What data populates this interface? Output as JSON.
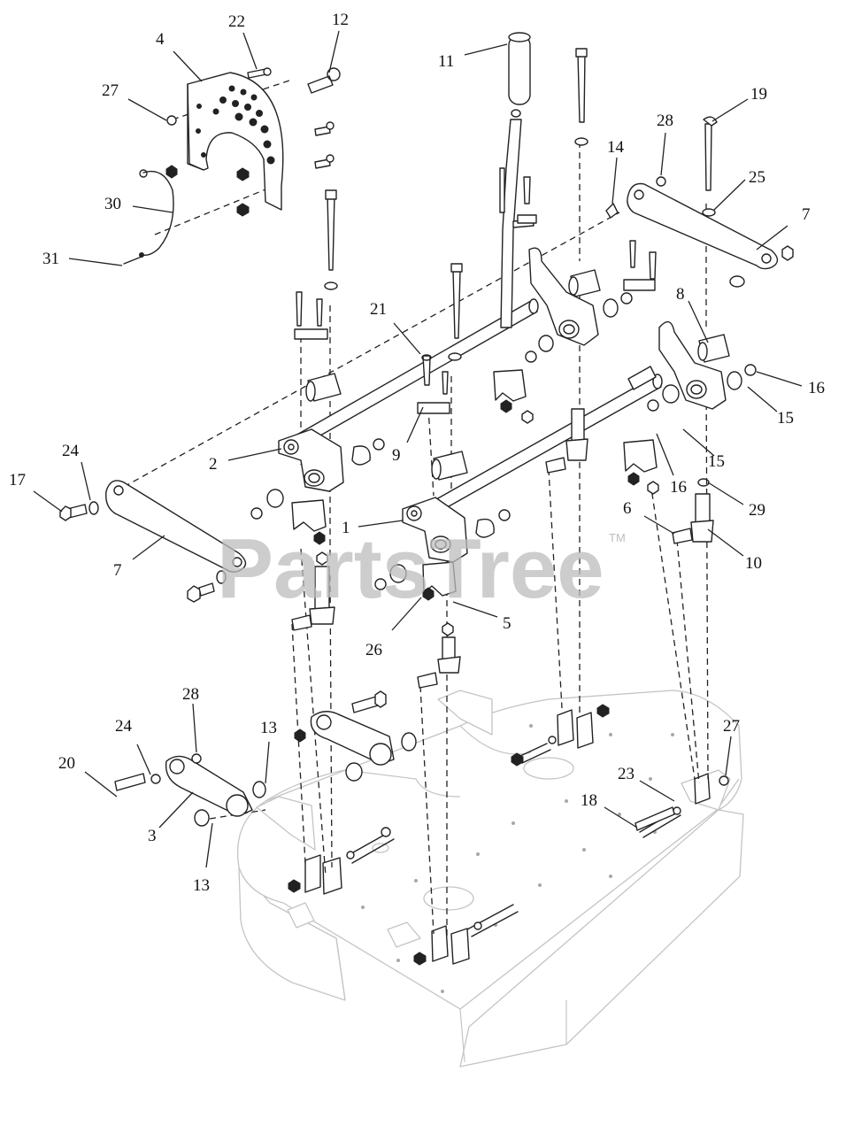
{
  "watermark": {
    "text": "PartsTree",
    "tm": "TM"
  },
  "callouts": [
    "1",
    "2",
    "3",
    "4",
    "5",
    "6",
    "7",
    "7",
    "8",
    "9",
    "10",
    "11",
    "12",
    "13",
    "13",
    "14",
    "15",
    "15",
    "16",
    "16",
    "17",
    "18",
    "19",
    "20",
    "21",
    "22",
    "23",
    "24",
    "24",
    "25",
    "26",
    "27",
    "27",
    "28",
    "28",
    "29",
    "30",
    "31"
  ]
}
